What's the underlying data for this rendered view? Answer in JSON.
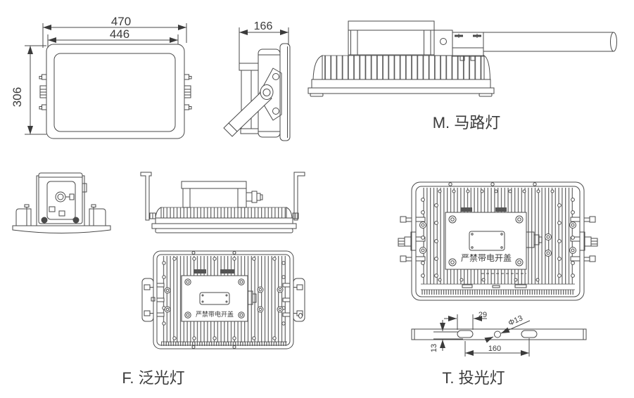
{
  "views": {
    "front": {
      "dim_width_outer": "470",
      "dim_width_inner": "446",
      "dim_height": "306"
    },
    "side": {
      "dim_depth": "166"
    },
    "street_lamp": {
      "label": "M. 马路灯"
    },
    "flood_light": {
      "label": "F. 泛光灯",
      "warning": "严禁带电开盖"
    },
    "projector_light": {
      "label": "T. 投光灯",
      "warning": "严禁带电开盖",
      "dim_slot_width": "29",
      "dim_hole_diameter": "Φ13",
      "dim_hole_spacing": "160",
      "dim_edge_offset": "13"
    }
  },
  "colors": {
    "line": "#4a4a4a",
    "text": "#3b3b3b",
    "background": "#ffffff"
  }
}
